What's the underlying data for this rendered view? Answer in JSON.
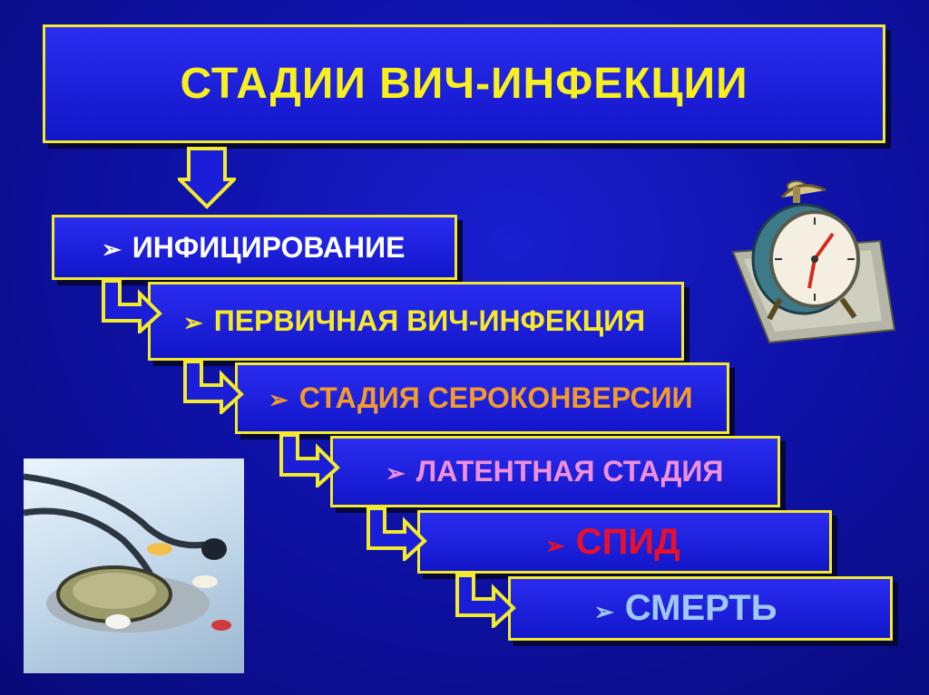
{
  "title": "СТАДИИ ВИЧ-ИНФЕКЦИИ",
  "bullet_glyph": "➢",
  "stages": [
    {
      "label": "ИНФИЦИРОВАНИЕ",
      "color": "#ffffff"
    },
    {
      "label": "ПЕРВИЧНАЯ ВИЧ-ИНФЕКЦИЯ",
      "color": "#f6e92a"
    },
    {
      "label": "СТАДИЯ СЕРОКОНВЕРСИИ",
      "color": "#f39a2e"
    },
    {
      "label": "ЛАТЕНТНАЯ СТАДИЯ",
      "color": "#f08fd9"
    },
    {
      "label": "СПИД",
      "color": "#e8102a"
    },
    {
      "label": "СМЕРТЬ",
      "color": "#9ec8f0"
    }
  ],
  "colors": {
    "border": "#f2ea2a",
    "box": "#1b1fd8"
  }
}
